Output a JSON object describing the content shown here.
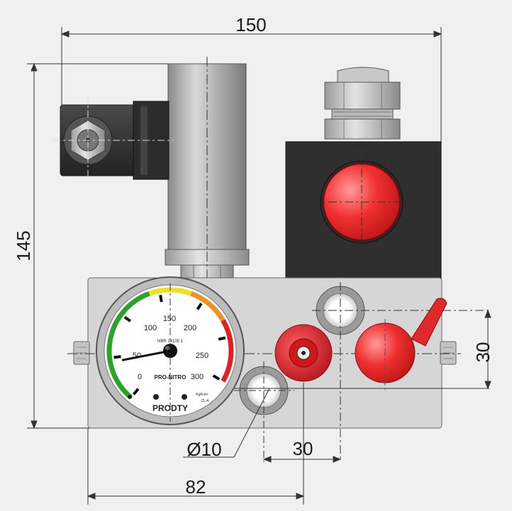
{
  "dimensions": {
    "width": "150",
    "height": "145",
    "hole_spacing_vertical": "30",
    "hole_spacing_horizontal": "30",
    "hole_diameter": "Ø10",
    "gauge_offset": "82"
  },
  "gauge": {
    "scale": [
      "0",
      "50",
      "100",
      "150",
      "200",
      "250",
      "300"
    ],
    "standard": "NBR 14105 1",
    "unit": "Kgf/cm²",
    "class": "CL.A",
    "brand_line": "PRO-NITRO",
    "brand": "PRODTY",
    "needle_value": 45
  },
  "colors": {
    "manifold": "#d4d4d4",
    "solenoid_coil": "#333333",
    "valve_block": "#2e2e2e",
    "knob": "#e0242b",
    "gauge_green": "#2aa52a",
    "gauge_yellow": "#f0e020",
    "gauge_orange": "#f09020",
    "gauge_red": "#e02020",
    "brand_green": "#3a9a3a"
  }
}
